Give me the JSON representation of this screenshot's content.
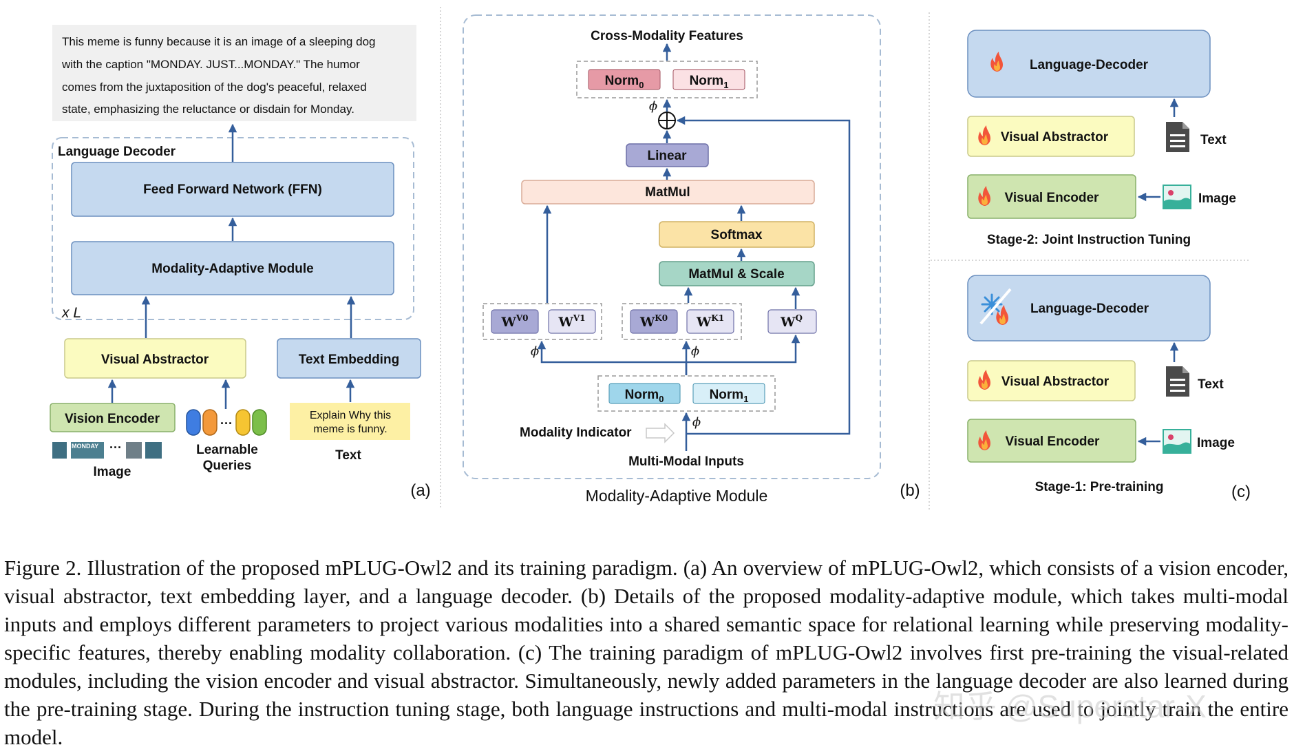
{
  "panel_a": {
    "meme_text": [
      "This meme is funny because it is an image of a sleeping dog",
      "with the caption \"MONDAY. JUST...MONDAY.\" The humor",
      "comes from the juxtaposition of the dog's peaceful, relaxed",
      "state, emphasizing the reluctance or disdain for Monday."
    ],
    "language_decoder": "Language Decoder",
    "ffn": "Feed Forward Network (FFN)",
    "mam": "Modality-Adaptive Module",
    "repeat": "x L",
    "visual_abstractor": "Visual Abstractor",
    "text_embedding": "Text Embedding",
    "vision_encoder": "Vision Encoder",
    "thumb_text": "MONDAY",
    "dots": "···",
    "image_label": "Image",
    "queries_label": [
      "Learnable",
      "Queries"
    ],
    "prompt": [
      "Explain Why this",
      "meme is funny."
    ],
    "text_label": "Text",
    "tag": "(a)"
  },
  "panel_b": {
    "output": "Cross-Modality Features",
    "norm_top": [
      "Norm",
      "Norm"
    ],
    "norm_subs": [
      "0",
      "1"
    ],
    "phi": "ϕ",
    "linear": "Linear",
    "matmul": "MatMul",
    "softmax": "Softmax",
    "matmul_scale": "MatMul & Scale",
    "wv": [
      "W",
      "W"
    ],
    "wv_sup": [
      "V0",
      "V1"
    ],
    "wk": [
      "W",
      "W"
    ],
    "wk_sup": [
      "K0",
      "K1"
    ],
    "wq": "W",
    "wq_sup": "Q",
    "norm_bottom": [
      "Norm",
      "Norm"
    ],
    "modality_indicator": "Modality Indicator",
    "inputs": "Multi-Modal Inputs",
    "title": "Modality-Adaptive Module",
    "tag": "(b)"
  },
  "panel_c": {
    "stage2": {
      "decoder": "Language-Decoder",
      "abstractor": "Visual Abstractor",
      "encoder": "Visual Encoder",
      "text": "Text",
      "image": "Image",
      "title": "Stage-2: Joint Instruction Tuning"
    },
    "stage1": {
      "decoder": "Language-Decoder",
      "abstractor": "Visual Abstractor",
      "encoder": "Visual Encoder",
      "text": "Text",
      "image": "Image",
      "title": "Stage-1: Pre-training"
    },
    "tag": "(c)"
  },
  "caption": "Figure 2. Illustration of the proposed mPLUG-Owl2 and its training paradigm. (a) An overview of mPLUG-Owl2, which consists of a vision encoder, visual abstractor, text embedding layer, and a language decoder. (b) Details of the proposed modality-adaptive module, which takes multi-modal inputs and employs different parameters to project various modalities into a shared semantic space for relational learning while preserving modality-specific features, thereby enabling modality collaboration. (c) The training paradigm of mPLUG-Owl2 involves first pre-training the visual-related modules, including the vision encoder and visual abstractor. Simultaneously, newly added parameters in the language decoder are also learned during the pre-training stage. During the instruction tuning stage, both language instructions and multi-modal instructions are used to jointly train the entire model.",
  "watermark": "知乎 @Superstar-X",
  "colors": {
    "blue_box": "#c5d9ef",
    "yellow_box": "#fbfbc0",
    "green_box": "#cfe5b0",
    "arrow": "#345e9b",
    "norm0_top": "#e69aa6",
    "norm1_top": "#fbe1e4",
    "matmul": "#fde6dc",
    "softmax": "#fbe3a6",
    "matmul_scale": "#a6d6c6",
    "linear": "#a8a9d5",
    "w_dark": "#a8a9d5",
    "w_light": "#e6e5f4",
    "norm0_bottom": "#9fd6eb",
    "norm1_bottom": "#d8eff8"
  }
}
